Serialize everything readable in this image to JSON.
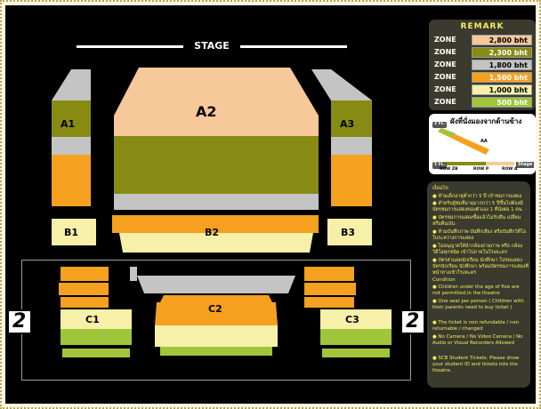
{
  "stage_label": "STAGE",
  "zones": {
    "a1": "A1",
    "a2": "A2",
    "a3": "A3",
    "b1": "B1",
    "b2": "B2",
    "b3": "B3",
    "c1": "C1",
    "c2": "C2",
    "c3": "C3",
    "floor_left": "2",
    "floor_right": "2"
  },
  "remark": {
    "title": "REMARK",
    "rows": [
      {
        "label": "ZONE",
        "price": "2,800 bht",
        "color": "#f7c99a"
      },
      {
        "label": "ZONE",
        "price": "2,300 bht",
        "color": "#878b14"
      },
      {
        "label": "ZONE",
        "price": "1,800 bht",
        "color": "#c4c4c4"
      },
      {
        "label": "ZONE",
        "price": "1,500 bht",
        "color": "#f6a01f"
      },
      {
        "label": "ZONE",
        "price": "1,000 bht",
        "color": "#f6f0a8"
      },
      {
        "label": "ZONE",
        "price": "500 bht",
        "color": "#9fc53b"
      }
    ]
  },
  "side_view": {
    "title": "ผังที่นั่งมองจากด้านข้าง",
    "floor2": "2 FL.",
    "floor1": "1 FL.",
    "aa": "AA",
    "row_zb": "ROW ZB",
    "row_p": "ROW P",
    "row_a": "ROW A",
    "stage": "Stage"
  },
  "notes": {
    "heading": "เงื่อนไข",
    "th_1": "● ห้ามเด็กอายุต่ำกว่า 5 ปี เข้าชมการแสดง",
    "th_2": "● สำหรับผู้ชมที่อายุมากกว่า 5 ปีขึ้นไปต้องมีบัตรชมการแสดงของตัวเอง 1 ที่นั่งต่อ 1 คน",
    "th_3": "● บัตรชมการแสดงซื้อแล้วไม่รับคืน เปลี่ยน หรือคืนเงิน",
    "th_4": "● ห้ามบันทึกภาพ บันทึกเสียง หรือบันทึกวิดีโอในระหว่างการแสดง",
    "th_5": "● ไม่อนุญาตให้นำกล้องถ่ายภาพ หรือ กล้องวิดีโอทุกชนิด เข้าไปภายในโรงละคร",
    "th_6": "● บัตรส่วนลดนักเรียน นักศึกษา โปรดแสดงบัตรนักเรียน นักศึกษา พร้อมบัตรชมการแสดงที่หน้าทางเข้าโรงละคร",
    "condition": "Condition",
    "en_1": "● Children under the age of five are not permitted in the theatre",
    "en_2": "● One seat per person ( Children with their parents need to buy ticket )",
    "en_3": "● The ticket is non refundable / non returnable / changed",
    "en_4": "● No Camera / No Video Camera / No Audio or Visual Recorders Allowed",
    "en_5": "● SCB Student Tickets. Please show your student ID and tickets into the theatre."
  }
}
